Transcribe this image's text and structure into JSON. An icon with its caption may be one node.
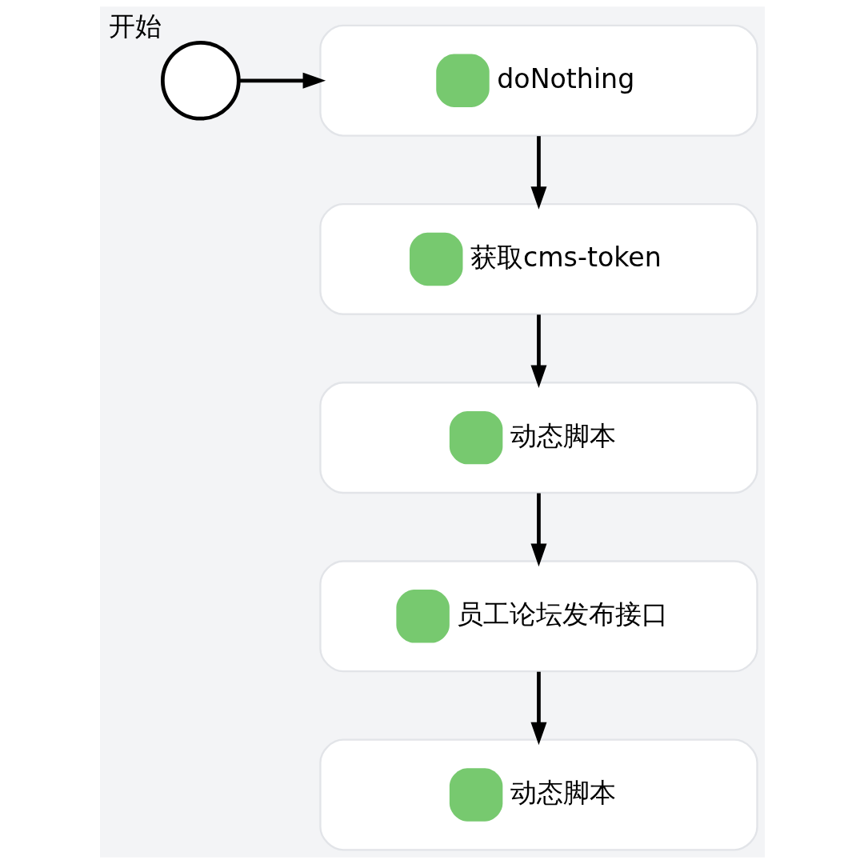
{
  "diagram": {
    "nodes": [
      {
        "text": [],
        "shape": "circle",
        "beside": [
          "开始"
        ]
      },
      {
        "text": [
          "doNothing"
        ]
      },
      {
        "text": [
          "获取cms-token"
        ]
      },
      {
        "text": [
          "动态脚本"
        ]
      },
      {
        "text": [
          "员工论坛发布接口"
        ]
      },
      {
        "text": [
          "动态脚本"
        ]
      }
    ],
    "edges": [
      {
        "from": 0,
        "to": 1,
        "arrow": "to"
      },
      {
        "from": 1,
        "to": 2,
        "arrow": "to"
      },
      {
        "from": 2,
        "to": 3,
        "arrow": "to"
      },
      {
        "from": 3,
        "to": 4,
        "arrow": "to"
      },
      {
        "from": 4,
        "to": 5,
        "arrow": "to"
      }
    ]
  }
}
